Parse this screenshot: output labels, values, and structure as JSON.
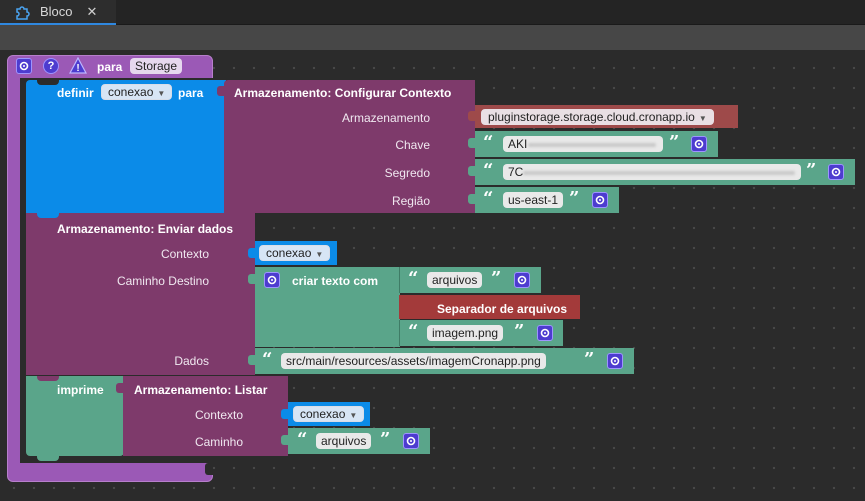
{
  "tab": {
    "title": "Bloco",
    "close": "✕",
    "icon": "puzzle-icon"
  },
  "function_block": {
    "label": "para",
    "name": "Storage"
  },
  "configurar": {
    "definir_label": "definir",
    "variable": "conexao",
    "para_label": "para",
    "title": "Armazenamento: Configurar Contexto",
    "armazenamento_label": "Armazenamento",
    "armazenamento_value": "pluginstorage.storage.cloud.cronapp.io",
    "chave_label": "Chave",
    "chave_value": "AKI",
    "segredo_label": "Segredo",
    "segredo_value": "7C",
    "regiao_label": "Região",
    "regiao_value": "us-east-1"
  },
  "enviar": {
    "title": "Armazenamento: Enviar dados",
    "contexto_label": "Contexto",
    "contexto_value": "conexao",
    "caminho_label": "Caminho Destino",
    "criar_texto_label": "criar texto com",
    "texto1": "arquivos",
    "separador": "Separador de arquivos",
    "texto2": "imagem.png",
    "dados_label": "Dados",
    "dados_value": "src/main/resources/assets/imagemCronapp.png"
  },
  "imprime": {
    "label": "imprime",
    "title": "Armazenamento: Listar",
    "contexto_label": "Contexto",
    "contexto_value": "conexao",
    "caminho_label": "Caminho",
    "caminho_value": "arquivos"
  },
  "quote_open": "“",
  "quote_close": "”",
  "colors": {
    "purple_function": "#9b59b6",
    "blue_variable": "#0b8be8",
    "storage": "#7e3a6b",
    "text": "#5aa58a",
    "separator": "#a33a3a",
    "dropdown_value": "#9e4a4a"
  }
}
